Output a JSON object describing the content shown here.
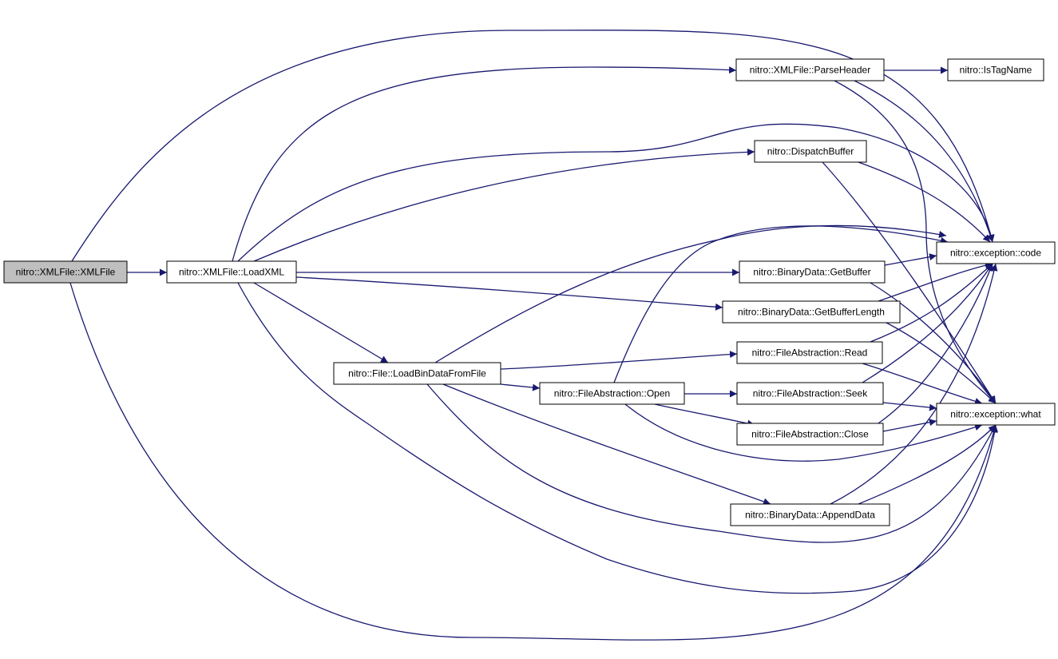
{
  "graph": {
    "type": "call-graph",
    "line_color": "#191970",
    "root_fill": "#bfbfbf",
    "node_fill": "#ffffff",
    "nodes": [
      {
        "id": "xmlfile",
        "label": "nitro::XMLFile::XMLFile",
        "root": true
      },
      {
        "id": "loadxml",
        "label": "nitro::XMLFile::LoadXML"
      },
      {
        "id": "parseheader",
        "label": "nitro::XMLFile::ParseHeader"
      },
      {
        "id": "istagname",
        "label": "nitro::IsTagName"
      },
      {
        "id": "dispatchbuffer",
        "label": "nitro::DispatchBuffer"
      },
      {
        "id": "code",
        "label": "nitro::exception::code"
      },
      {
        "id": "getbuffer",
        "label": "nitro::BinaryData::GetBuffer"
      },
      {
        "id": "getbufferlength",
        "label": "nitro::BinaryData::GetBufferLength"
      },
      {
        "id": "read",
        "label": "nitro::FileAbstraction::Read"
      },
      {
        "id": "loadbindata",
        "label": "nitro::File::LoadBinDataFromFile"
      },
      {
        "id": "open",
        "label": "nitro::FileAbstraction::Open"
      },
      {
        "id": "seek",
        "label": "nitro::FileAbstraction::Seek"
      },
      {
        "id": "what",
        "label": "nitro::exception::what"
      },
      {
        "id": "close",
        "label": "nitro::FileAbstraction::Close"
      },
      {
        "id": "appenddata",
        "label": "nitro::BinaryData::AppendData"
      }
    ],
    "edges": [
      {
        "from": "xmlfile",
        "to": "loadxml"
      },
      {
        "from": "xmlfile",
        "to": "code"
      },
      {
        "from": "xmlfile",
        "to": "what"
      },
      {
        "from": "loadxml",
        "to": "parseheader"
      },
      {
        "from": "loadxml",
        "to": "code"
      },
      {
        "from": "loadxml",
        "to": "dispatchbuffer"
      },
      {
        "from": "loadxml",
        "to": "getbuffer"
      },
      {
        "from": "loadxml",
        "to": "getbufferlength"
      },
      {
        "from": "loadxml",
        "to": "loadbindata"
      },
      {
        "from": "loadxml",
        "to": "what"
      },
      {
        "from": "parseheader",
        "to": "istagname"
      },
      {
        "from": "parseheader",
        "to": "code"
      },
      {
        "from": "parseheader",
        "to": "what"
      },
      {
        "from": "dispatchbuffer",
        "to": "code"
      },
      {
        "from": "dispatchbuffer",
        "to": "what"
      },
      {
        "from": "getbuffer",
        "to": "code"
      },
      {
        "from": "getbuffer",
        "to": "what"
      },
      {
        "from": "getbufferlength",
        "to": "code"
      },
      {
        "from": "getbufferlength",
        "to": "what"
      },
      {
        "from": "loadbindata",
        "to": "read"
      },
      {
        "from": "loadbindata",
        "to": "open"
      },
      {
        "from": "loadbindata",
        "to": "appenddata"
      },
      {
        "from": "loadbindata",
        "to": "code"
      },
      {
        "from": "loadbindata",
        "to": "what"
      },
      {
        "from": "open",
        "to": "seek"
      },
      {
        "from": "open",
        "to": "close"
      },
      {
        "from": "open",
        "to": "code"
      },
      {
        "from": "open",
        "to": "what"
      },
      {
        "from": "read",
        "to": "code"
      },
      {
        "from": "read",
        "to": "what"
      },
      {
        "from": "seek",
        "to": "code"
      },
      {
        "from": "seek",
        "to": "what"
      },
      {
        "from": "close",
        "to": "code"
      },
      {
        "from": "close",
        "to": "what"
      },
      {
        "from": "appenddata",
        "to": "code"
      },
      {
        "from": "appenddata",
        "to": "what"
      }
    ]
  }
}
